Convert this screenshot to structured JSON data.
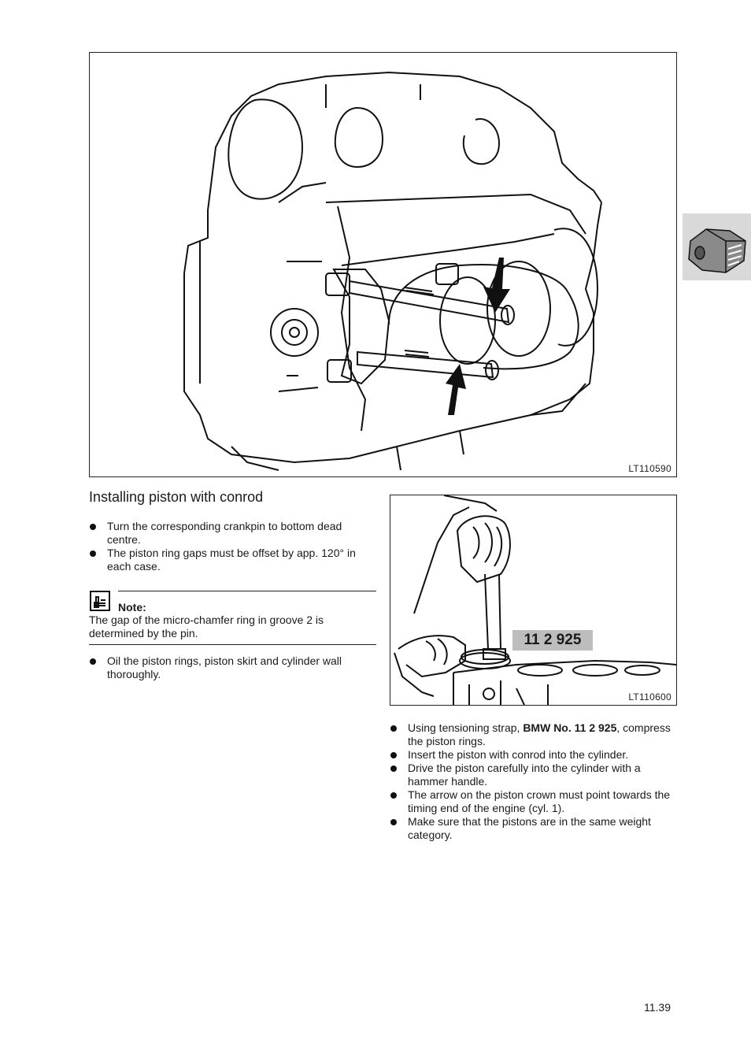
{
  "figures": {
    "top_code": "LT110590",
    "bottom_code": "LT110600",
    "tool_label": "11 2 925"
  },
  "section": {
    "heading": "Installing piston with conrod",
    "bullets_left": [
      "Turn the corresponding crankpin to bottom dead centre.",
      "The piston ring gaps must be offset by app. 120° in each case."
    ],
    "note": {
      "label": "Note:",
      "text": "The gap of the micro-chamfer ring in groove 2 is determined by the pin."
    },
    "bullets_left_after_note": [
      "Oil the piston rings, piston skirt and cylinder wall thoroughly."
    ],
    "bullets_right": {
      "item1_prefix": "Using tensioning strap, ",
      "item1_bold": "BMW No. 11 2 925",
      "item1_suffix": ", compress the piston rings.",
      "item2": "Insert the piston with conrod into the cylinder.",
      "item3": "Drive the piston carefully into the cylinder with a hammer handle.",
      "item4": "The arrow on the piston crown must point towards the timing end of the engine (cyl. 1).",
      "item5": "Make sure that the pistons are in the same weight category."
    }
  },
  "page": {
    "number": "11.39"
  }
}
